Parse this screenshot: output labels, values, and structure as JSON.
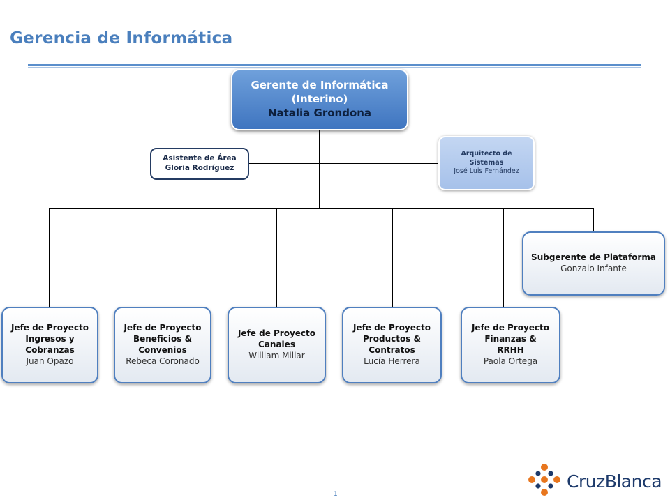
{
  "page": {
    "title": "Gerencia de Informática",
    "page_number": "1"
  },
  "manager": {
    "line1": "Gerente de Informática",
    "line2": "(Interino)",
    "name": "Natalia Grondona"
  },
  "assistant": {
    "role": "Asistente de Área",
    "name": "Gloria Rodríguez"
  },
  "architect": {
    "role_line1": "Arquitecto de",
    "role_line2": "Sistemas",
    "name": "José Luis Fernández"
  },
  "subgerente": {
    "role": "Subgerente de Plataforma",
    "name": "Gonzalo Infante"
  },
  "jefes": [
    {
      "lines": [
        "Jefe de Proyecto",
        "Ingresos y",
        "Cobranzas"
      ],
      "name": "Juan Opazo"
    },
    {
      "lines": [
        "Jefe de Proyecto",
        "Beneficios &",
        "Convenios"
      ],
      "name": "Rebeca Coronado"
    },
    {
      "lines": [
        "Jefe de Proyecto",
        "Canales"
      ],
      "name": "William Millar"
    },
    {
      "lines": [
        "Jefe de Proyecto",
        "Productos &",
        "Contratos"
      ],
      "name": "Lucía Herrera"
    },
    {
      "lines": [
        "Jefe de Proyecto",
        "Finanzas &",
        "RRHH"
      ],
      "name": "Paola Ortega"
    }
  ],
  "logo": {
    "text": "CruzBlanca",
    "colors": {
      "orange": "#e8761e",
      "blue": "#1d3a6b"
    }
  },
  "colors": {
    "title": "#4a7fbd",
    "accent": "#3f75c0"
  }
}
